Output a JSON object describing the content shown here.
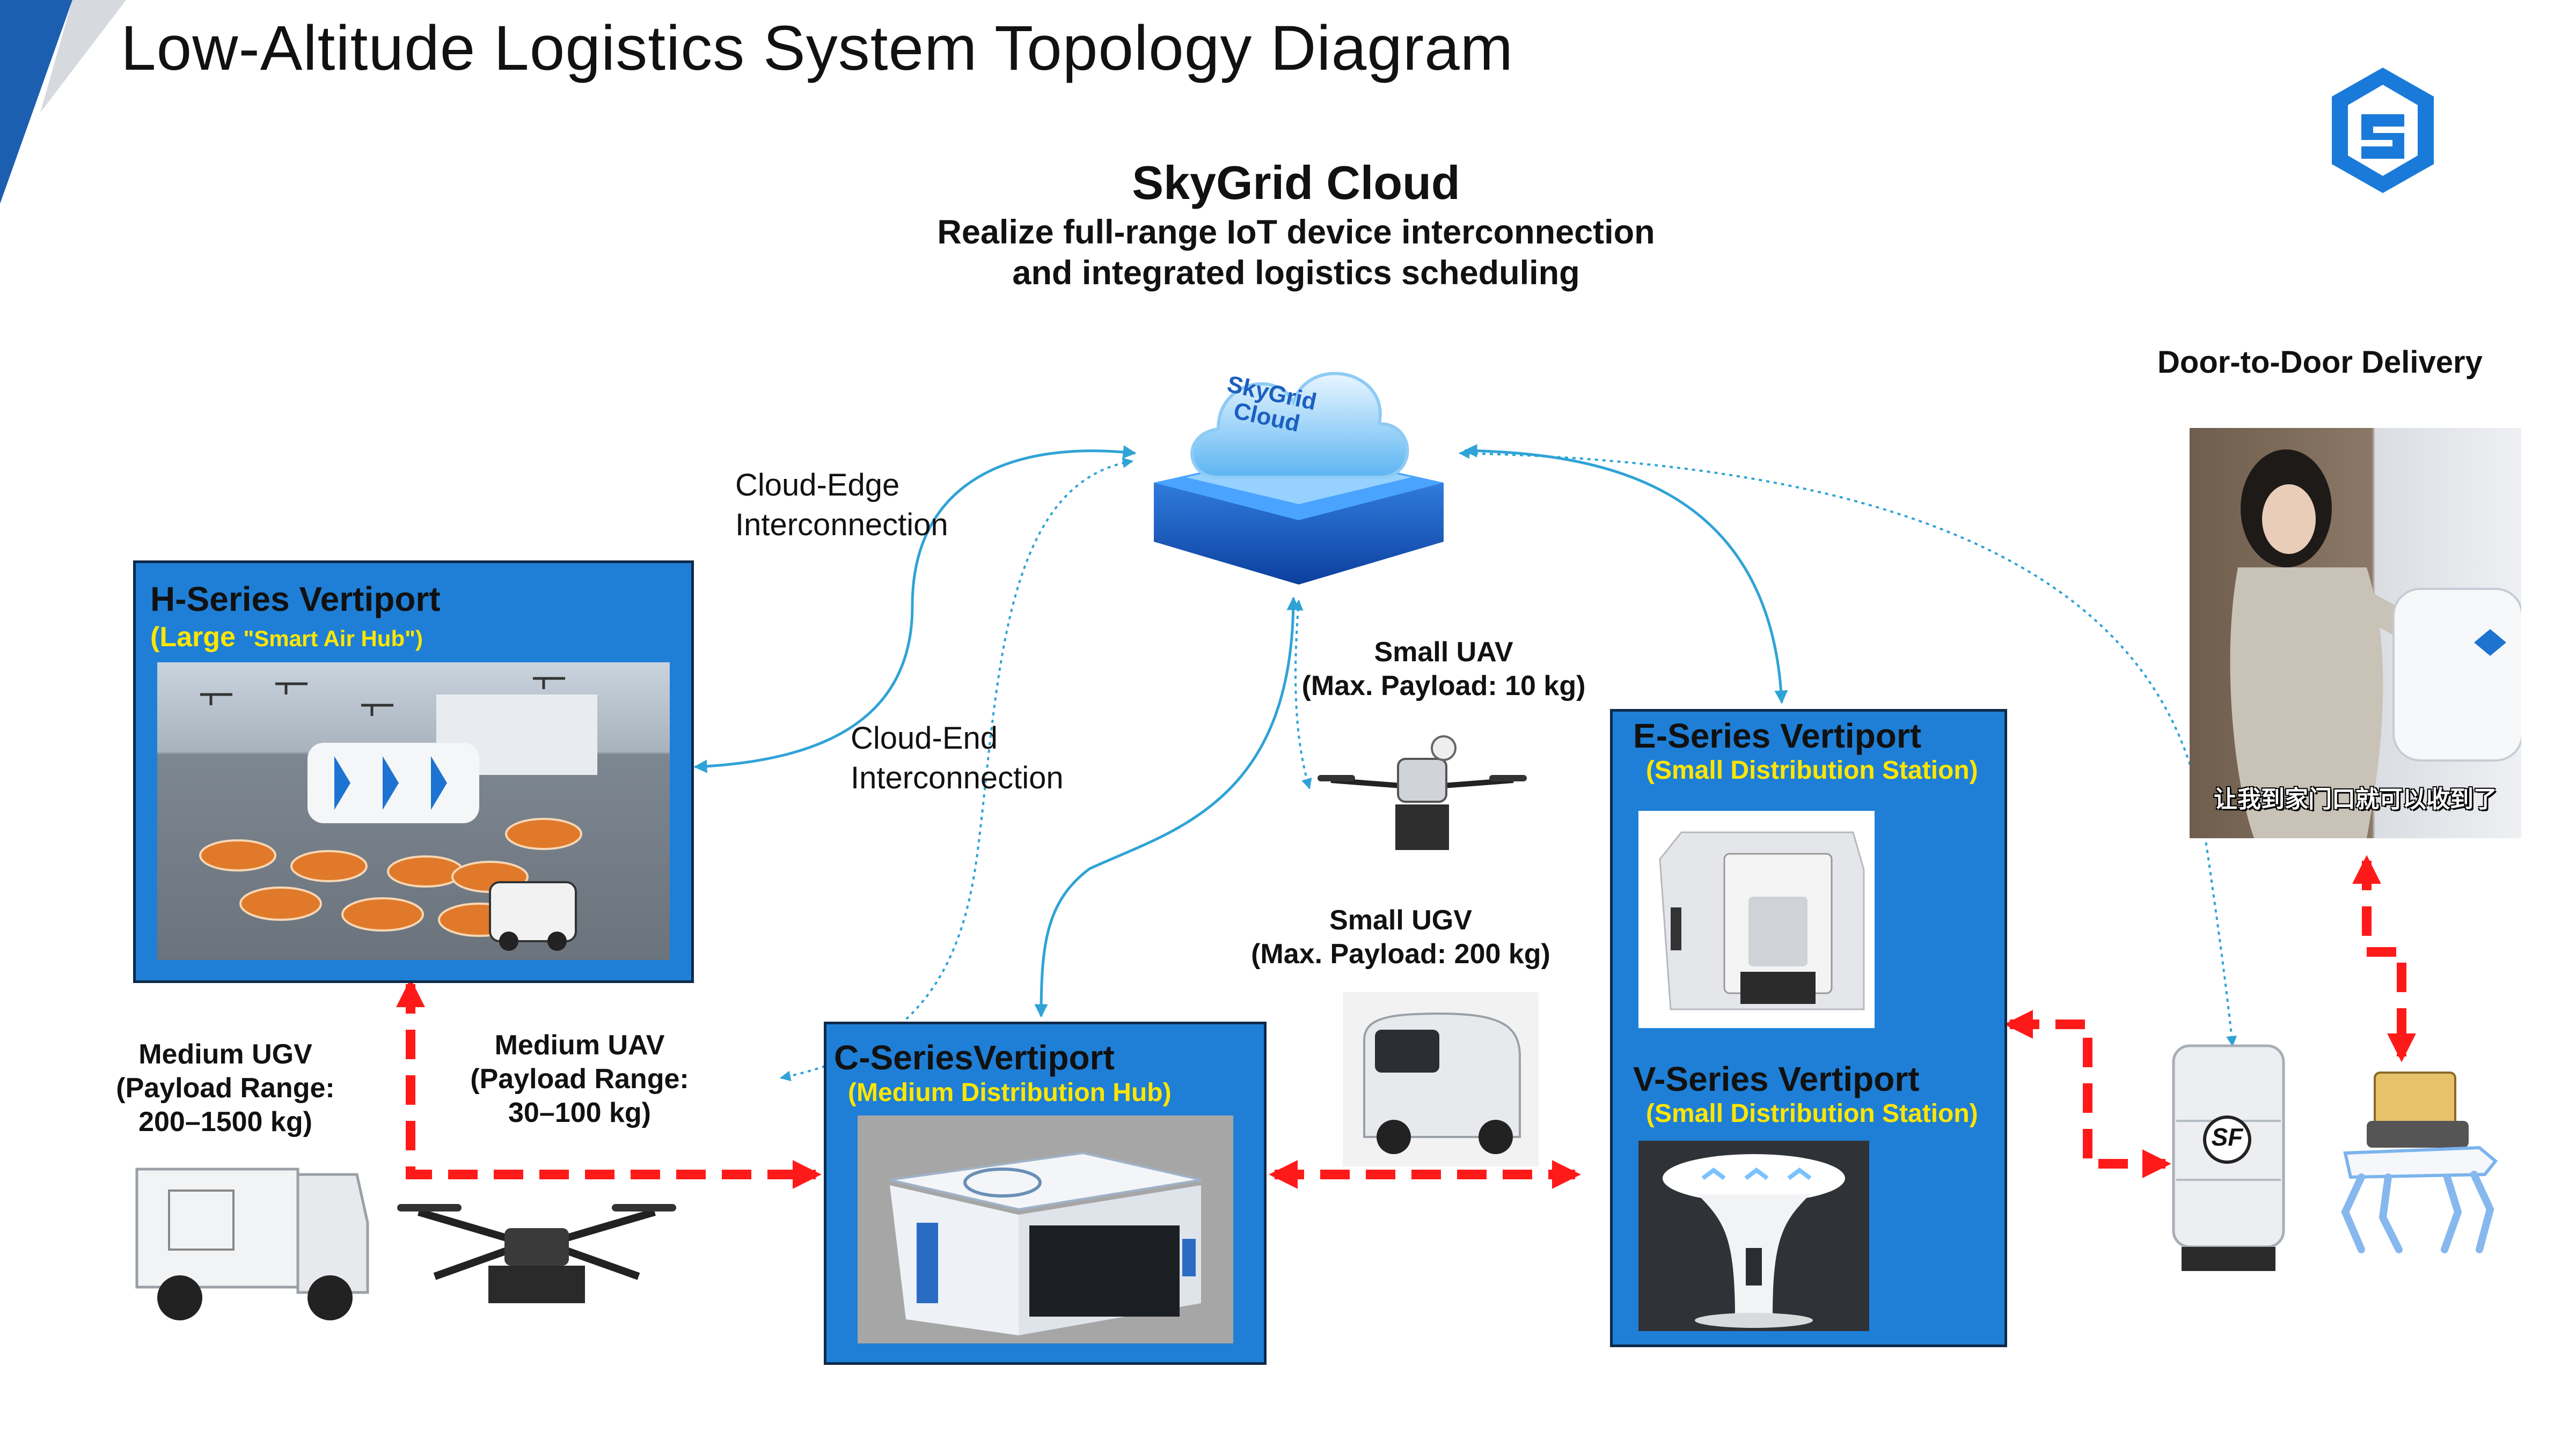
{
  "title": "Low-Altitude Logistics System Topology Diagram",
  "cloud": {
    "title": "SkyGrid Cloud",
    "subtitle_line1": "Realize full-range IoT device interconnection",
    "subtitle_line2": "and integrated logistics scheduling",
    "badge_line1": "SkyGrid",
    "badge_line2": "Cloud"
  },
  "links": {
    "cloud_edge_line1": "Cloud-Edge",
    "cloud_edge_line2": "Interconnection",
    "cloud_end_line1": "Cloud-End",
    "cloud_end_line2": "Interconnection"
  },
  "h_series": {
    "title": "H-Series Vertiport",
    "sub_prefix": "(Large ",
    "sub_name": "\"Smart Air Hub\")"
  },
  "c_series": {
    "title": "C-SeriesVertiport",
    "sub": "(Medium  Distribution Hub)"
  },
  "e_series": {
    "title": "E-Series Vertiport",
    "sub": "(Small Distribution Station)"
  },
  "v_series": {
    "title": "V-Series Vertiport",
    "sub": "(Small Distribution Station)"
  },
  "vehicles": {
    "small_uav_line1": "Small UAV",
    "small_uav_line2": "(Max. Payload: 10 kg)",
    "small_ugv_line1": "Small UGV",
    "small_ugv_line2": "(Max. Payload: 200 kg)",
    "medium_ugv_line1": "Medium UGV",
    "medium_ugv_line2": "(Payload Range:",
    "medium_ugv_line3": "200–1500 kg)",
    "medium_uav_line1": "Medium UAV",
    "medium_uav_line2": "(Payload Range:",
    "medium_uav_line3": "30–100 kg)"
  },
  "door": {
    "title": "Door-to-Door Delivery",
    "caption": "让我到家门口就可以收到了",
    "locker_logo": "SF"
  },
  "colors": {
    "box_blue": "#1f7fd6",
    "box_border": "#0e2a4a",
    "highlight_yellow": "#ffe600",
    "flow_red": "#ff1a1a",
    "link_blue": "#2fa3d6"
  }
}
